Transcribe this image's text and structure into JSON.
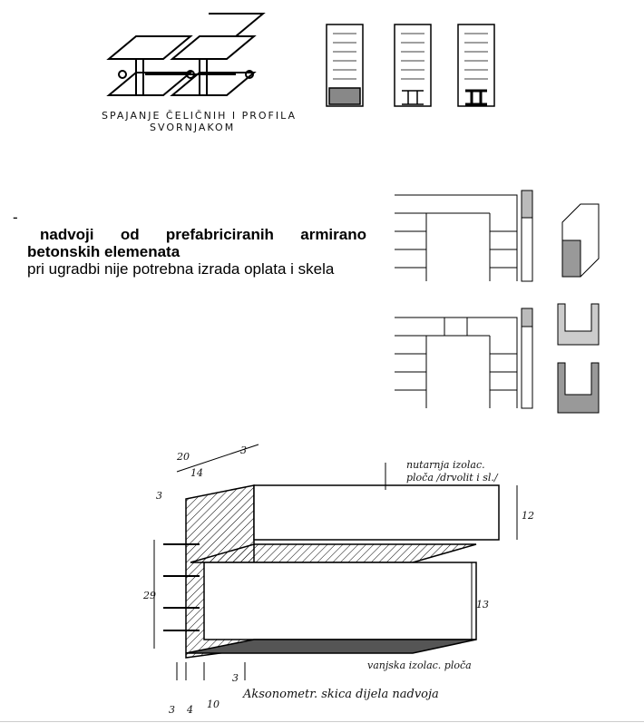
{
  "fig1": {
    "caption1": "SPAJANJE ČELIČNIH I PROFILA",
    "caption2": "SVORNJAKOM"
  },
  "text": {
    "bullet": "-",
    "line1": "nadvoji od prefabriciranih armirano",
    "line2": "betonskih elemenata",
    "line3": "pri ugradbi  nije potrebna izrada oplata i skela"
  },
  "fig3": {
    "label_inner": "nutarnja izolac.",
    "label_inner2": "ploča /drvolit i sl./",
    "label_outer": "vanjska izolac. ploča",
    "caption": "Aksonometr. skica dijela nadvoja",
    "dims": {
      "d20": "20",
      "d14": "14",
      "d3a": "3",
      "d3b": "3",
      "d12": "12",
      "d13": "13",
      "d29": "29",
      "d3c": "3",
      "d4": "4",
      "d10": "10",
      "d3d": "3"
    }
  }
}
